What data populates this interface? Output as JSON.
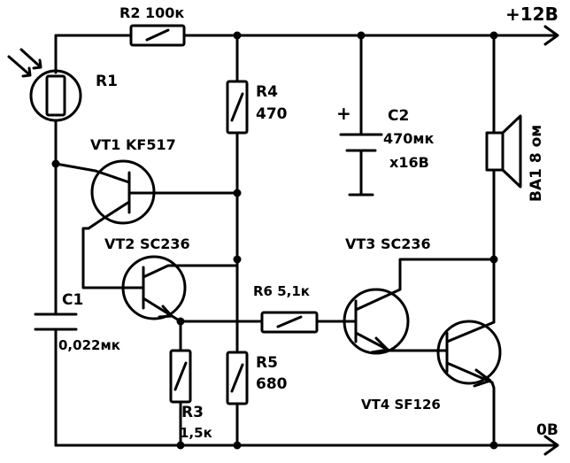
{
  "labels": {
    "r2": "R2 100к",
    "supply": "+12В",
    "r1": "R1",
    "r4_name": "R4",
    "r4_value": "470",
    "c2_plus": "+",
    "c2_name": "C2",
    "c2_value": "470мк",
    "c2_voltage": "x16В",
    "ba1": "ВА1 8 ом",
    "vt1": "VT1 KF517",
    "vt2": "VT2 SC236",
    "vt3": "VT3 SC236",
    "c1_name": "C1",
    "c1_value": "0,022мк",
    "r6": "R6 5,1к",
    "r5_name": "R5",
    "r5_value": "680",
    "vt4": "VT4 SF126",
    "r3_name": "R3",
    "r3_value": "1,5к",
    "ground": "0В"
  },
  "colors": {
    "ink": "#000000",
    "paper": "#ffffff"
  }
}
